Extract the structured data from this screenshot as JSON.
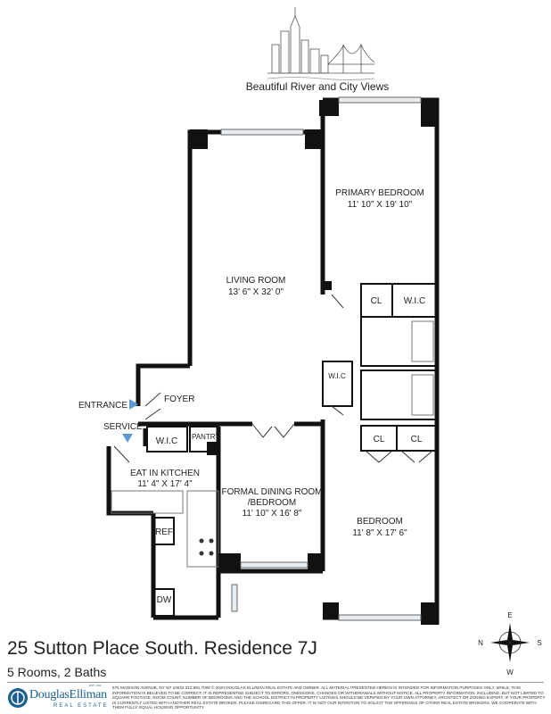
{
  "header": {
    "caption": "Beautiful River and City Views"
  },
  "rooms": {
    "primary_bedroom": {
      "name": "PRIMARY BEDROOM",
      "dims": "11' 10\" X 19' 10\""
    },
    "living_room": {
      "name": "LIVING ROOM",
      "dims": "13' 6\" X 32' 0\""
    },
    "bedroom": {
      "name": "BEDROOM",
      "dims": "11' 8\" X 17' 6\""
    },
    "dining": {
      "name": "FORMAL DINING ROOM",
      "name2": "/BEDROOM",
      "dims": "11' 10\" X 16' 8\""
    },
    "kitchen": {
      "name": "EAT IN KITCHEN",
      "dims": "11' 4\" X 17' 4\""
    },
    "foyer": "FOYER",
    "pantry": "PANTRY",
    "wic": "W.I.C",
    "cl": "CL",
    "ref": "REF",
    "dw": "DW"
  },
  "markers": {
    "entrance": "ENTRANCE",
    "service": "SERVICE",
    "arrow_color": "#5b9bd5"
  },
  "compass": {
    "n": "N",
    "s": "S",
    "e": "E",
    "w": "W"
  },
  "listing": {
    "title": "25 Sutton Place South. Residence 7J",
    "subtitle": "5 Rooms, 2 Baths"
  },
  "footer": {
    "brand": "DouglasElliman",
    "tagline": "REAL ESTATE",
    "est": "EST. 1911",
    "brand_color": "#1a5f8f",
    "disclaimer": "575 Madison Avenue, NY NY 10022 212.891.7000 © 2020 Douglas Elliman Real Estate and Owner. All material presented herein is intended for information purposes only. While, this information is believed to be correct, it is represented subject to errors, omissions, changes or withdrawals without notice. All property information, including, but not limited to square footage, room count, number of bedrooms and the school district in property listings should be verified by your own attorney, architect or zoning expert. If your property is currently listed with another real estate broker, please disregard this offer. It is not our intention to solicit the offerings of other real estate brokers. We cooperate with them fully. Equal housing opportunity."
  }
}
